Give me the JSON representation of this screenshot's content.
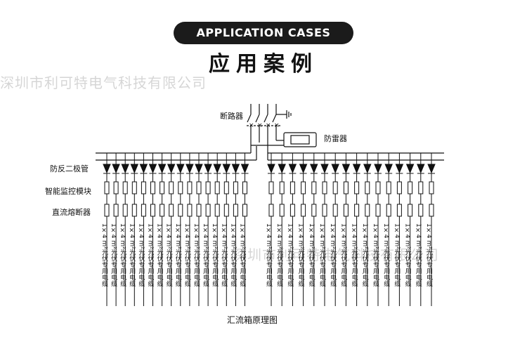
{
  "header": {
    "badge": "APPLICATION CASES",
    "title_cn": "应用案例"
  },
  "watermarks": {
    "top": "深圳市利可特电气科技有限公司",
    "bottom": "深圳市利可特电气科技有限公司"
  },
  "diagram": {
    "labels": {
      "breaker": "断路器",
      "surge_protector": "防雷器",
      "diode": "防反二极管",
      "monitor": "智能监控模块",
      "fuse": "直流熔断器"
    },
    "cable_label": "1×4 m²光伏专用电缆",
    "caption": "汇流箱原理图",
    "left_branch_count": 16,
    "right_branch_count": 16
  }
}
